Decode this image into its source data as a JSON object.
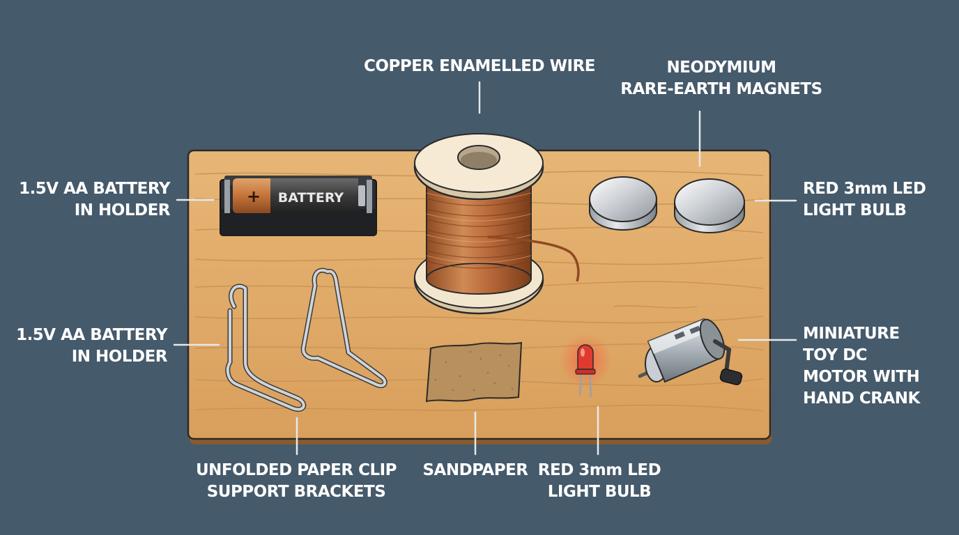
{
  "labels": {
    "copper_wire": [
      "COPPER ENAMELLED WIRE"
    ],
    "magnets": [
      "NEODYMIUM",
      "RARE-EARTH MAGNETS"
    ],
    "battery_top": [
      "1.5V AA BATTERY",
      "IN HOLDER"
    ],
    "led_right": [
      "RED 3mm LED",
      "LIGHT BULB"
    ],
    "battery_mid": [
      "1.5V AA BATTERY",
      "IN HOLDER"
    ],
    "motor": [
      "MINIATURE",
      "TOY DC",
      "MOTOR WITH",
      "HAND CRANK"
    ],
    "paper_clip": [
      "UNFOLDED PAPER CLIP",
      "SUPPORT BRACKETS"
    ],
    "sandpaper": [
      "SANDPAPER"
    ],
    "led_bottom": [
      "RED 3mm LED",
      "LIGHT BULB"
    ]
  },
  "battery_print": {
    "plus": "+",
    "text": "BATTERY"
  },
  "colors": {
    "background": "#455a6b",
    "board": "#e1aa68",
    "copper": "#b8693a",
    "led": "#e03a30",
    "leader": "#e8e8e8"
  }
}
